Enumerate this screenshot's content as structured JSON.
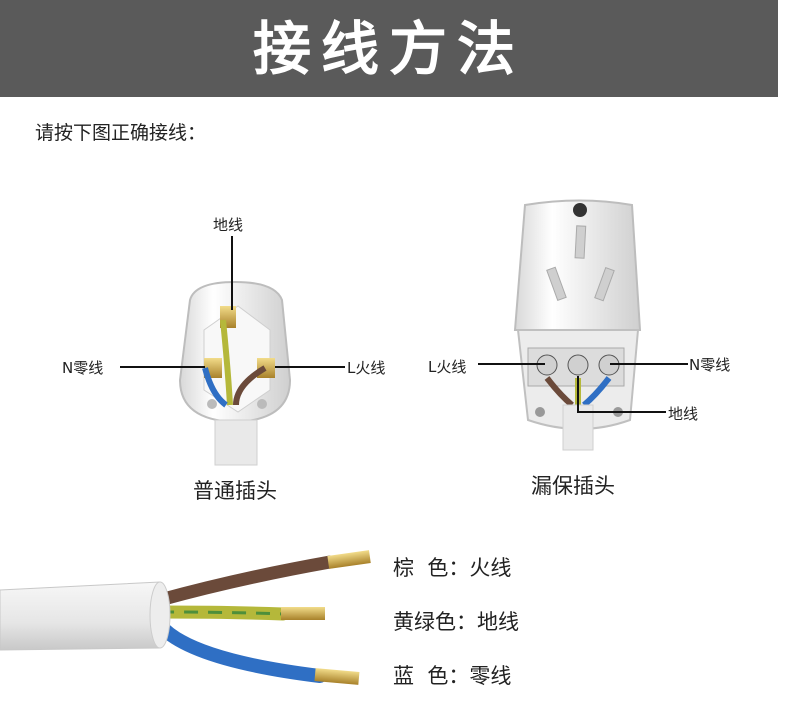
{
  "header": {
    "title": "接线方法"
  },
  "instruction": "请按下图正确接线：",
  "plug_standard": {
    "caption": "普通插头",
    "labels": {
      "ground": "地线",
      "neutral": "N零线",
      "live": "L火线"
    }
  },
  "plug_leakage": {
    "caption": "漏保插头",
    "labels": {
      "live": "L火线",
      "neutral": "N零线",
      "ground": "地线"
    }
  },
  "wire_legend": [
    {
      "color_name": "棕  色",
      "sep": "：",
      "function": "火线",
      "color": "#6b4a3a"
    },
    {
      "color_name": "黄绿色",
      "sep": "：",
      "function": "地线",
      "color": "#b5b83a"
    },
    {
      "color_name": "蓝  色",
      "sep": "：",
      "function": "零线",
      "color": "#2f6fc4"
    }
  ],
  "colors": {
    "banner": "#5a5a5a",
    "copper": "#c9a640",
    "plug_body": "#f2f2f2"
  }
}
